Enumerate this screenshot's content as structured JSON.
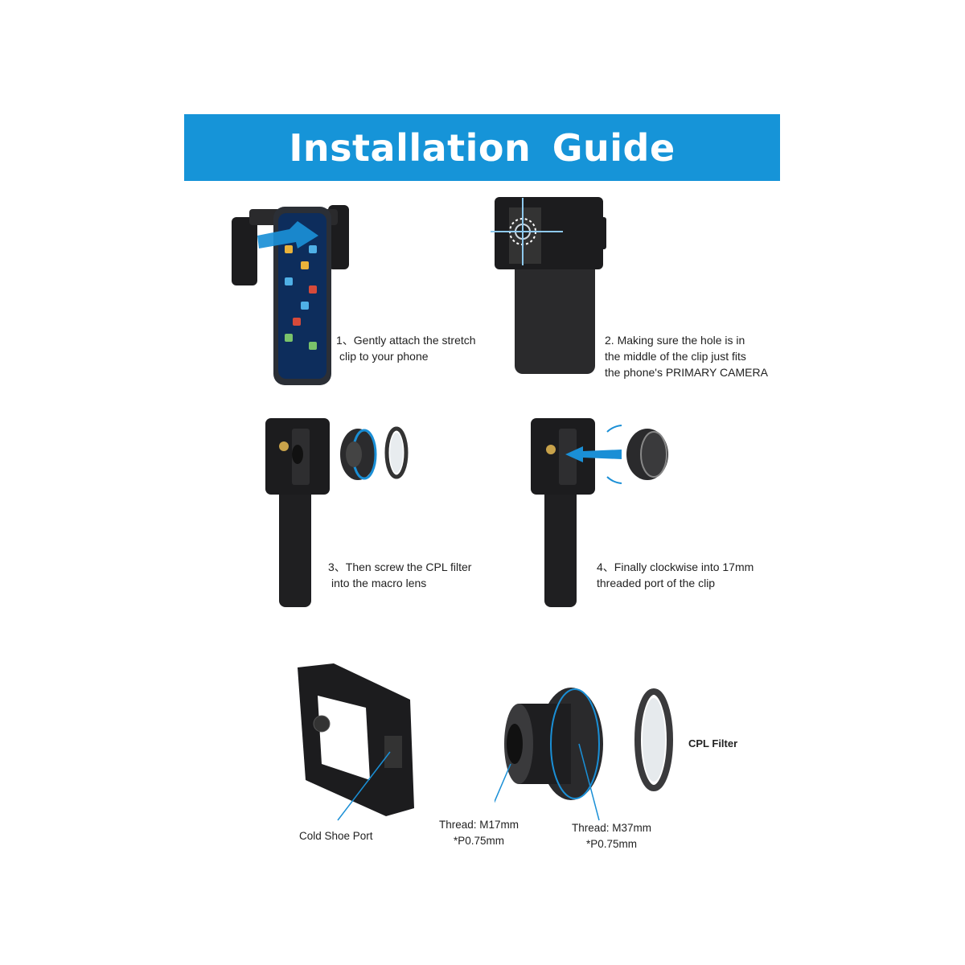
{
  "header": {
    "title": "Installation  Guide"
  },
  "steps": [
    {
      "lines": [
        "1、Gently attach the stretch",
        "clip to your phone"
      ]
    },
    {
      "lines": [
        "2. Making sure the hole is in",
        "the middle of the clip just fits",
        "the phone's PRIMARY CAMERA"
      ]
    },
    {
      "lines": [
        "3、Then screw the CPL filter",
        "into the macro lens"
      ]
    },
    {
      "lines": [
        "4、Finally clockwise into 17mm",
        "threaded port of the clip"
      ]
    }
  ],
  "parts": {
    "cold_shoe": "Cold Shoe Port",
    "thread_m17": [
      "Thread: M17mm",
      "*P0.75mm"
    ],
    "thread_m37": [
      "Thread: M37mm",
      "*P0.75mm"
    ],
    "cpl_filter": "CPL Filter"
  },
  "colors": {
    "banner": "#1694d8",
    "accent_arrow": "#1a8fd6",
    "product": "#1c1c1e"
  }
}
